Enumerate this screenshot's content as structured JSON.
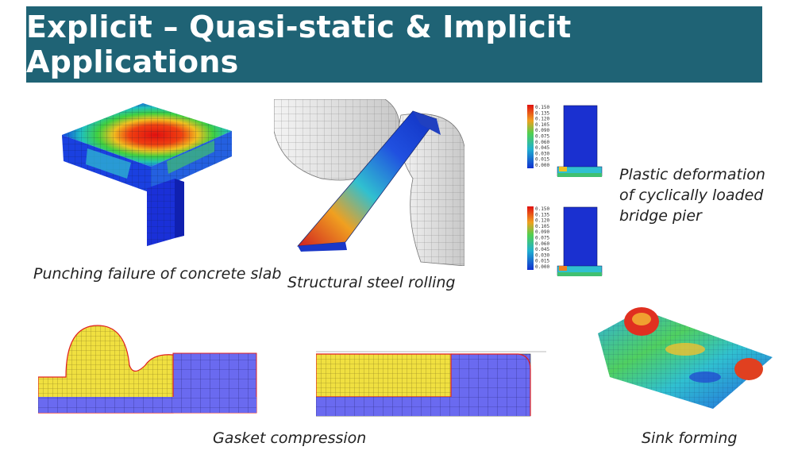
{
  "slide": {
    "title": "Explicit – Quasi-static & Implicit Applications",
    "theme_color": "#1f6375"
  },
  "figures": {
    "slab": {
      "caption": "Punching failure of concrete slab"
    },
    "rolling": {
      "caption": "Structural steel rolling"
    },
    "pier": {
      "caption_lines": [
        "Plastic deformation",
        "of cyclically loaded",
        "bridge pier"
      ],
      "legend_values": [
        "0.150",
        "0.135",
        "0.120",
        "0.105",
        "0.090",
        "0.075",
        "0.060",
        "0.045",
        "0.030",
        "0.015",
        "0.000"
      ]
    },
    "gasket": {
      "caption": "Gasket compression"
    },
    "sink": {
      "caption": "Sink forming"
    }
  }
}
